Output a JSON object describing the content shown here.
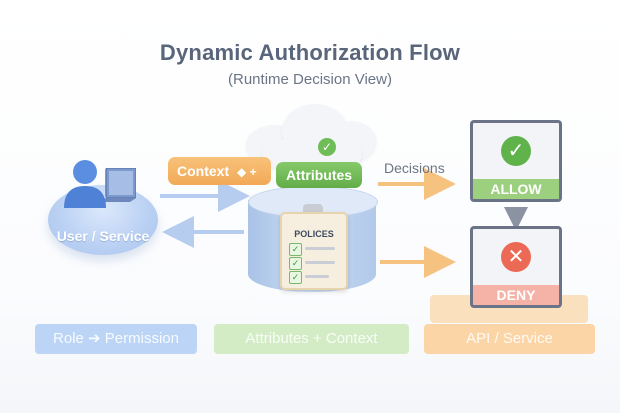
{
  "header": {
    "title": "Dynamic Authorization Flow",
    "subtitle": "(Runtime Decision View)"
  },
  "nodes": {
    "user": "User / Service",
    "context": "Context",
    "context_symbols": "◆ +",
    "attributes": "Attributes",
    "policies": "POLICES",
    "decisions": "Decisions",
    "allow": "ALLOW",
    "deny": "DENY"
  },
  "bottom_labels": {
    "role": "Role ➔ Permission",
    "attributes": "Attributes + Context",
    "api": "API / Service"
  },
  "colors": {
    "blue": "#bcd4f5",
    "green": "#62ad49",
    "orange": "#f2a957",
    "red": "#ec6a55",
    "frame": "#6b7386"
  }
}
